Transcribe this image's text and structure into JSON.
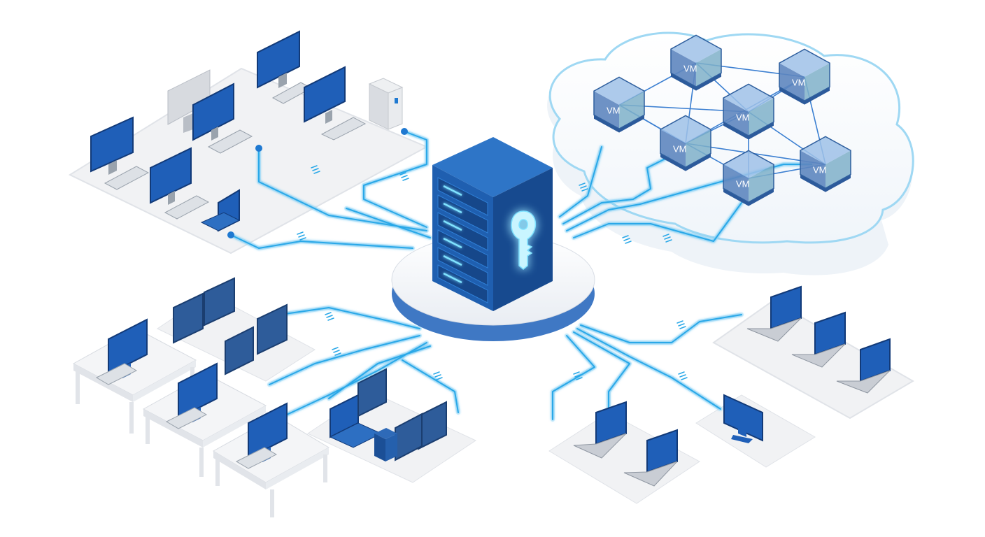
{
  "colors": {
    "background": "#ffffff",
    "server_front": "#1f5fb0",
    "server_side": "#174a8f",
    "server_top": "#2e75c7",
    "key_glow": "#9fe9ff",
    "link": "#29a8e8",
    "link_glow": "#bfe8fb",
    "platform": "#f1f2f4",
    "platform_edge": "#dcdfe4",
    "screen": "#1f5fb8",
    "screen_dark": "#123a78",
    "cloud_edge": "#9fd8f3",
    "vm_cube": "#5e86bf"
  },
  "icons": {
    "server": "server-rack-icon",
    "key": "key-icon",
    "cloud": "cloud-icon",
    "desktop": "desktop-monitor-icon",
    "laptop": "laptop-icon",
    "tower": "pc-tower-icon"
  },
  "vms": [
    {
      "label": "VM"
    },
    {
      "label": "VM"
    },
    {
      "label": "VM"
    },
    {
      "label": "VM"
    },
    {
      "label": "VM"
    },
    {
      "label": "VM"
    },
    {
      "label": "VM"
    }
  ]
}
